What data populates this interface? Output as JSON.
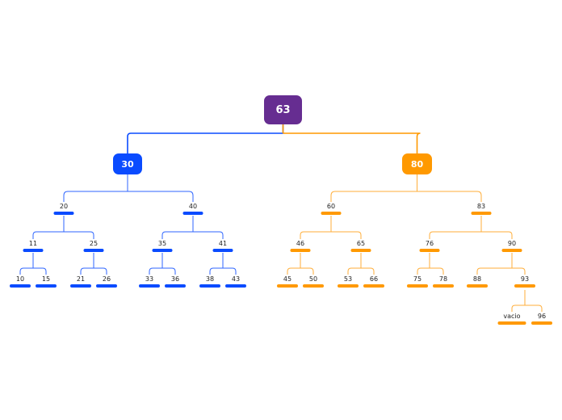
{
  "colors": {
    "root": "#662d91",
    "blue": "#0a4bff",
    "orange": "#ff9900",
    "blue_line": "#2f66ff",
    "orange_line": "#ffae3a"
  },
  "tree": {
    "root": {
      "label": "63",
      "color": "root"
    },
    "level1": [
      {
        "label": "30",
        "color": "blue"
      },
      {
        "label": "80",
        "color": "orange"
      }
    ],
    "leaves": [
      {
        "label": "20",
        "color": "blue"
      },
      {
        "label": "40",
        "color": "blue"
      },
      {
        "label": "11",
        "color": "blue"
      },
      {
        "label": "25",
        "color": "blue"
      },
      {
        "label": "35",
        "color": "blue"
      },
      {
        "label": "41",
        "color": "blue"
      },
      {
        "label": "10",
        "color": "blue"
      },
      {
        "label": "15",
        "color": "blue"
      },
      {
        "label": "21",
        "color": "blue"
      },
      {
        "label": "26",
        "color": "blue"
      },
      {
        "label": "33",
        "color": "blue"
      },
      {
        "label": "36",
        "color": "blue"
      },
      {
        "label": "38",
        "color": "blue"
      },
      {
        "label": "43",
        "color": "blue"
      },
      {
        "label": "60",
        "color": "orange"
      },
      {
        "label": "83",
        "color": "orange"
      },
      {
        "label": "46",
        "color": "orange"
      },
      {
        "label": "65",
        "color": "orange"
      },
      {
        "label": "76",
        "color": "orange"
      },
      {
        "label": "90",
        "color": "orange"
      },
      {
        "label": "45",
        "color": "orange"
      },
      {
        "label": "50",
        "color": "orange"
      },
      {
        "label": "53",
        "color": "orange"
      },
      {
        "label": "66",
        "color": "orange"
      },
      {
        "label": "75",
        "color": "orange"
      },
      {
        "label": "78",
        "color": "orange"
      },
      {
        "label": "88",
        "color": "orange"
      },
      {
        "label": "93",
        "color": "orange"
      },
      {
        "label": "vacio",
        "color": "orange"
      },
      {
        "label": "96",
        "color": "orange"
      }
    ]
  }
}
